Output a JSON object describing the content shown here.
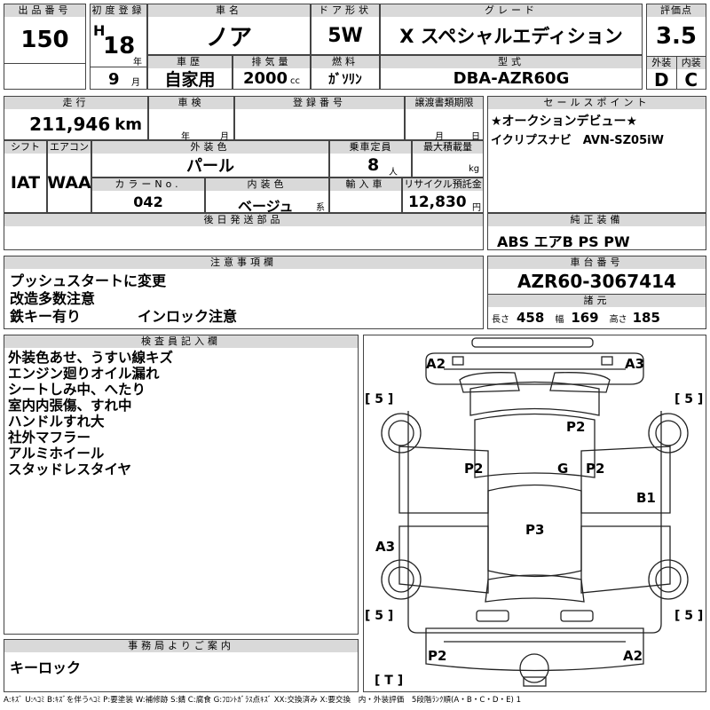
{
  "lot": {
    "label": "出品番号",
    "value": "150"
  },
  "first_reg": {
    "label": "初度登録",
    "era": "H",
    "year": "18",
    "year_unit": "年",
    "month": "9",
    "month_unit": "月"
  },
  "car_name": {
    "label": "車名",
    "value": "ノア"
  },
  "door": {
    "label": "ドア形状",
    "value": "5W"
  },
  "grade": {
    "label": "グレード",
    "value": "X スペシャルエディション"
  },
  "score": {
    "label": "評価点",
    "value": "3.5",
    "ext_label": "外装",
    "ext_value": "D",
    "int_label": "内装",
    "int_value": "C"
  },
  "history": {
    "label": "車歴",
    "value": "自家用"
  },
  "displacement": {
    "label": "排気量",
    "value": "2000",
    "unit": "cc"
  },
  "fuel": {
    "label": "燃料",
    "value": "ｶﾞｿﾘﾝ"
  },
  "model": {
    "label": "型式",
    "value": "DBA-AZR60G"
  },
  "mileage": {
    "label": "走行",
    "value": "211,946",
    "unit": "km"
  },
  "inspection": {
    "label": "車検",
    "year_unit": "年",
    "month_unit": "月"
  },
  "registration": {
    "label": "登録番号"
  },
  "transfer_deadline": {
    "label": "譲渡書類期限",
    "month_unit": "月",
    "day_unit": "日"
  },
  "sales_point": {
    "label": "セールスポイント",
    "lines": [
      "★オークションデビュー★",
      "イクリプスナビ　AVN-SZ05iW"
    ]
  },
  "shift": {
    "label": "シフト",
    "value": "IAT"
  },
  "aircon": {
    "label": "エアコン",
    "value": "WAA"
  },
  "exterior_color": {
    "label": "外装色",
    "value": "パール"
  },
  "capacity": {
    "label": "乗車定員",
    "value": "8",
    "unit": "人"
  },
  "max_load": {
    "label": "最大積載量",
    "unit": "kg"
  },
  "color_no": {
    "label": "カラーNo.",
    "value": "042"
  },
  "interior_color": {
    "label": "内装色",
    "value": "ベージュ",
    "suffix": "系"
  },
  "import": {
    "label": "輸入車"
  },
  "recycle": {
    "label": "リサイクル預託金",
    "value": "12,830",
    "unit": "円"
  },
  "later_parts": {
    "label": "後日発送部品"
  },
  "equipment": {
    "label": "純正装備",
    "value": "ABS エアB PS PW"
  },
  "notes": {
    "label": "注意事項欄",
    "lines": [
      "プッシュスタートに変更",
      "改造多数注意",
      "鉄キー有り　　　　インロック注意"
    ]
  },
  "chassis": {
    "label": "車台番号",
    "value": "AZR60-3067414"
  },
  "dimensions": {
    "label": "諸元",
    "length_label": "長さ",
    "length": "458",
    "width_label": "幅",
    "width": "169",
    "height_label": "高さ",
    "height": "185"
  },
  "inspector": {
    "label": "検査員記入欄",
    "lines": [
      "外装色あせ、うすい線キズ",
      "エンジン廻りオイル漏れ",
      "シートしみ中、へたり",
      "室内内張傷、すれ中",
      "ハンドルすれ大",
      "社外マフラー",
      "アルミホイール",
      "スタッドレスタイヤ"
    ]
  },
  "office": {
    "label": "事務局よりご案内",
    "value": "キーロック"
  },
  "diagram": {
    "marks": {
      "front_left": "A2",
      "front_right": "A3",
      "hood": "P2",
      "left_pillar": "P2",
      "glass": "G",
      "right_pillar": "P2",
      "right_door": "B1",
      "left_rear_door": "A3",
      "roof": "P3",
      "rear_left": "P2",
      "rear_right": "A2"
    },
    "tires": {
      "fl": "[ 5 ]",
      "fr": "[ 5 ]",
      "rl": "[ 5 ]",
      "rr": "[ 5 ]",
      "spare": "[ T ]"
    }
  },
  "legend": "A:ｷｽﾞ U:ﾍｺﾐ B:ｷｽﾞを伴うﾍｺﾐ P:要塗装 W:補修跡 S:錆 C:腐食 G:ﾌﾛﾝﾄｶﾞﾗｽ点ｷｽﾞ XX:交換済み X:要交換　内・外装評価　5段階ﾗﾝｸ順(A・B・C・D・E) 1"
}
